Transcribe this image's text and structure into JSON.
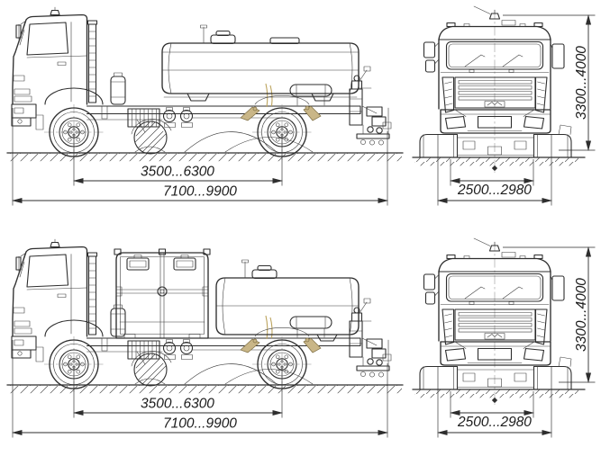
{
  "page": {
    "background": "#ffffff"
  },
  "drawing": {
    "line_color": "#2e2e2e",
    "accent_tan": "#c9b687",
    "dimensions": {
      "wheelbase_range": "3500...6300",
      "overall_length_range": "7100...9900",
      "overall_width_range": "2500...2980",
      "overall_height_range": "3300...4000"
    },
    "views": {
      "top_side": {
        "wheelbase_label": "3500...6300",
        "length_label": "7100...9900"
      },
      "top_front": {
        "width_label": "2500...2980",
        "height_label": "3300...4000"
      },
      "bottom_side": {
        "wheelbase_label": "3500...6300",
        "length_label": "7100...9900"
      },
      "bottom_front": {
        "width_label": "2500...2980",
        "height_label": "3300...4000"
      }
    }
  }
}
